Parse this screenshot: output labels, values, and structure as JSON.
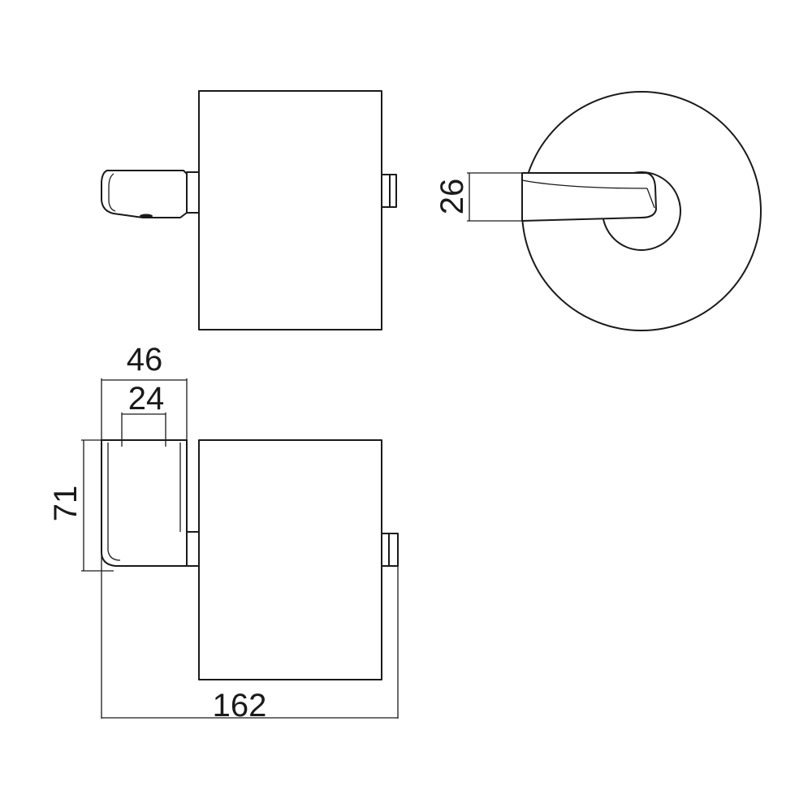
{
  "dimensions": {
    "roll_height": "26",
    "total_depth": "46",
    "arm_width": "24",
    "plate_height": "71",
    "total_width": "162"
  }
}
